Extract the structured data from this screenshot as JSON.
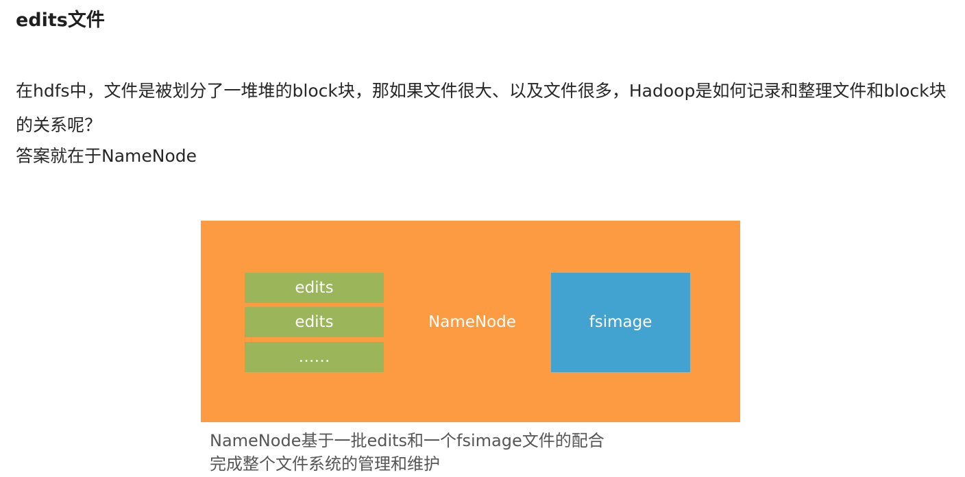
{
  "heading": "edits文件",
  "paragraph": "在hdfs中，文件是被划分了一堆堆的block块，那如果文件很大、以及文件很多，Hadoop是如何记录和整理文件和block块的关系呢？",
  "answer": "答案就在于NameNode",
  "diagram": {
    "edits": [
      "edits",
      "edits",
      "……"
    ],
    "center_label": "NameNode",
    "fsimage_label": "fsimage",
    "colors": {
      "background": "#fd9b43",
      "edits_box": "#9bb55a",
      "fsimage_box": "#43a3d0"
    }
  },
  "caption": {
    "line1": "NameNode基于一批edits和一个fsimage文件的配合",
    "line2": "完成整个文件系统的管理和维护"
  }
}
